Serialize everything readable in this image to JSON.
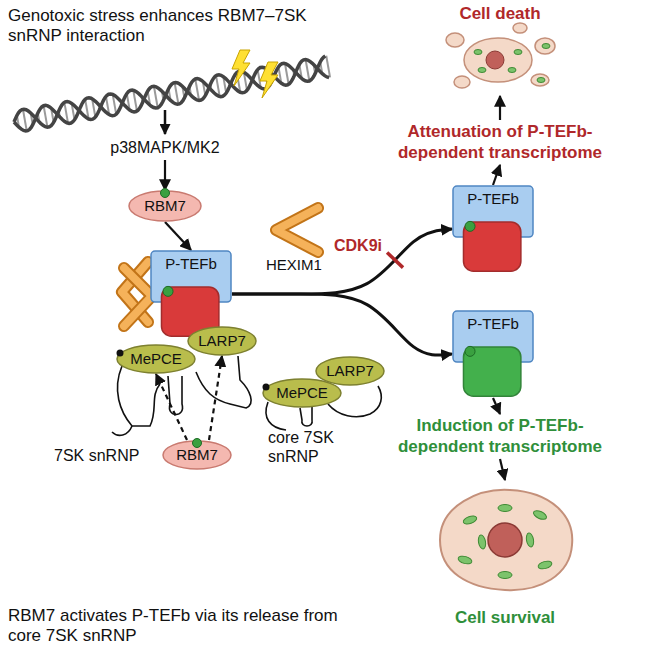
{
  "diagram": {
    "title": "Genotoxic stress enhances RBM7–7SK snRNP interaction",
    "caption": "RBM7 activates P-TEFb via its release from core 7SK snRNP",
    "nodes": [
      {
        "text": [
          "p38MAPK/MK2"
        ]
      },
      {
        "text": [
          "RBM7"
        ]
      },
      {
        "text": [
          "P-TEFb"
        ]
      },
      {
        "text": [
          "MePCE"
        ]
      },
      {
        "text": [
          "LARP7"
        ]
      },
      {
        "text": [
          "RBM7"
        ]
      },
      {
        "text": [
          "MePCE"
        ]
      },
      {
        "text": [
          "LARP7"
        ]
      },
      {
        "text": [
          "P-TEFb"
        ]
      },
      {
        "text": [
          "P-TEFb"
        ]
      },
      {
        "text": [
          "Attenuation of P-TEFb-dependent transcriptome"
        ]
      },
      {
        "text": [
          "Cell death"
        ]
      },
      {
        "text": [
          "Induction of P-TEFb-dependent transcriptome"
        ]
      },
      {
        "text": [
          "Cell survival"
        ]
      }
    ],
    "edges": [
      {
        "from": 0,
        "to": 1,
        "arrow": "to"
      },
      {
        "from": 1,
        "to": 2,
        "arrow": "to"
      },
      {
        "from": 5,
        "to": 3,
        "arrow": "to"
      },
      {
        "from": 5,
        "to": 4,
        "arrow": "to"
      },
      {
        "from": 2,
        "to": 8,
        "arrow": "to"
      },
      {
        "from": 2,
        "to": 9,
        "arrow": "to"
      },
      {
        "from": 8,
        "to": 10,
        "arrow": "to"
      },
      {
        "from": 10,
        "to": 11,
        "arrow": "to"
      },
      {
        "from": 9,
        "to": 12,
        "arrow": "to"
      },
      {
        "from": 12,
        "to": 13,
        "arrow": "to"
      }
    ],
    "labels": [
      "HEXIM1",
      "CDK9i",
      "7SK snRNP",
      "core 7SK snRNP"
    ]
  }
}
